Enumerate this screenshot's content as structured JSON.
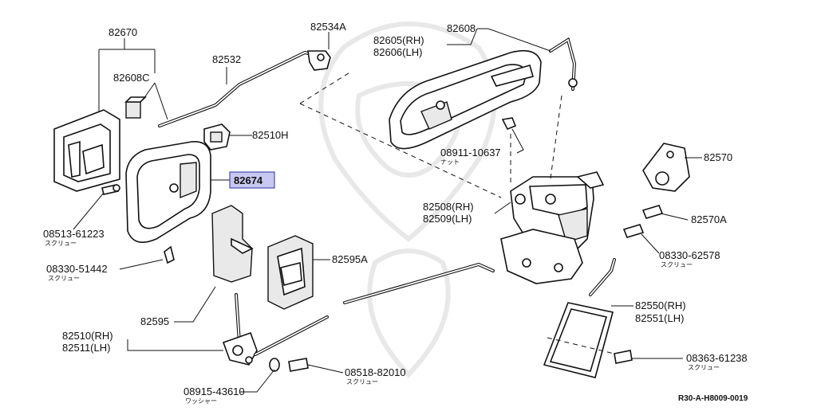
{
  "labels": {
    "p82670": "82670",
    "p82534a": "82534A",
    "p82608": "82608",
    "p82605": "82605(RH)",
    "p82606": "82606(LH)",
    "p82532": "82532",
    "p82608c": "82608C",
    "p82510h": "82510H",
    "p08911": "08911-10637",
    "p08911_sub": "ナット",
    "p82570": "82570",
    "p82674": "82674",
    "p82508": "82508(RH)",
    "p82509": "82509(LH)",
    "p82570a": "82570A",
    "p08513": "08513-61223",
    "p08513_sub": "スクリュー",
    "p08330_62578": "08330-62578",
    "p08330_62578_sub": "スクリュー",
    "p08330_51442": "08330-51442",
    "p08330_51442_sub": "スクリュー",
    "p82595a": "82595A",
    "p82595": "82595",
    "p82550": "82550(RH)",
    "p82551": "82551(LH)",
    "p82510rh": "82510(RH)",
    "p82511lh": "82511(LH)",
    "p08363": "08363-61238",
    "p08363_sub": "スクリュー",
    "p08518": "08518-82010",
    "p08518_sub": "スクリュー",
    "p08915": "08915-43610",
    "p08915_sub": "ワッシャー",
    "ref_code": "R30-A-H8009-0019"
  },
  "highlight": {
    "part": "82674",
    "color": "#c8c8f0"
  }
}
